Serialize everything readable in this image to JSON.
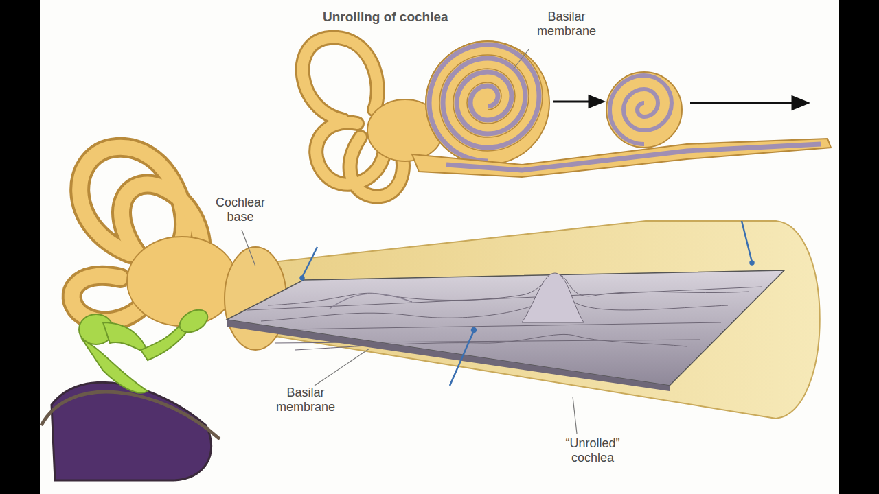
{
  "diagram": {
    "title": "Unrolling of cochlea",
    "labels": [
      "Basilar membrane",
      "Cochlear base",
      "Basilar membrane",
      "“Unrolled” cochlea"
    ]
  }
}
